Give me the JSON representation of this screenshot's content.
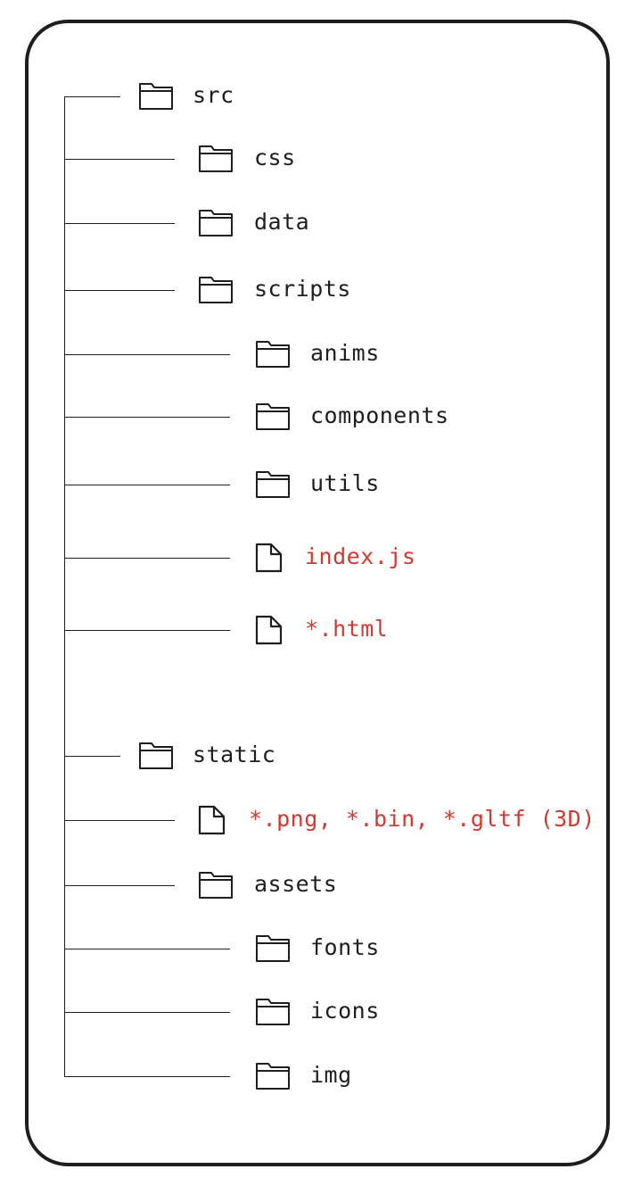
{
  "tree": {
    "nodes": [
      {
        "id": "src",
        "label": "src",
        "type": "folder",
        "level": 0
      },
      {
        "id": "css",
        "label": "css",
        "type": "folder",
        "level": 1
      },
      {
        "id": "data",
        "label": "data",
        "type": "folder",
        "level": 1
      },
      {
        "id": "scripts",
        "label": "scripts",
        "type": "folder",
        "level": 1
      },
      {
        "id": "anims",
        "label": "anims",
        "type": "folder",
        "level": 2
      },
      {
        "id": "components",
        "label": "components",
        "type": "folder",
        "level": 2
      },
      {
        "id": "utils",
        "label": "utils",
        "type": "folder",
        "level": 2
      },
      {
        "id": "index-js",
        "label": "index.js",
        "type": "file",
        "level": 2,
        "highlight": true
      },
      {
        "id": "html-files",
        "label": "*.html",
        "type": "file",
        "level": 2,
        "highlight": true
      },
      {
        "id": "static",
        "label": "static",
        "type": "folder",
        "level": 0
      },
      {
        "id": "static-files",
        "label": "*.png, *.bin, *.gltf (3D)",
        "type": "file",
        "level": 1,
        "highlight": true
      },
      {
        "id": "assets",
        "label": "assets",
        "type": "folder",
        "level": 1
      },
      {
        "id": "fonts",
        "label": "fonts",
        "type": "folder",
        "level": 2
      },
      {
        "id": "icons",
        "label": "icons",
        "type": "folder",
        "level": 2
      },
      {
        "id": "img",
        "label": "img",
        "type": "folder",
        "level": 2
      }
    ]
  },
  "colors": {
    "stroke": "#1e1e1e",
    "highlight": "#cf3a32",
    "background": "#ffffff"
  },
  "icons": {
    "folder": "folder-icon",
    "file": "file-icon"
  }
}
